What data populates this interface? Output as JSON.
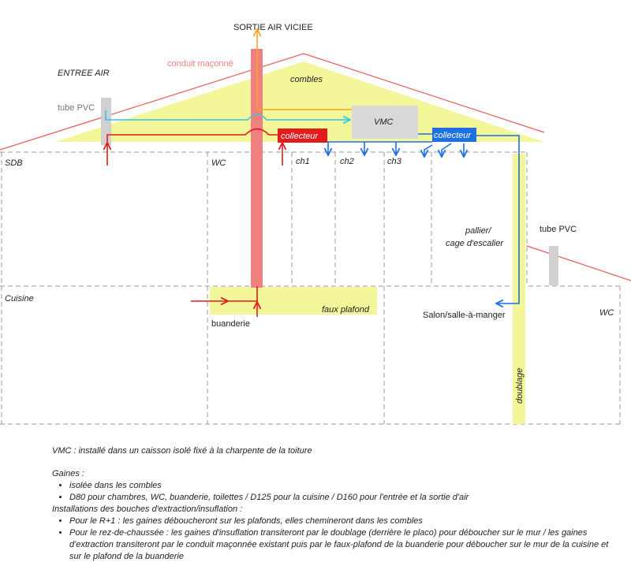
{
  "labels": {
    "sortie_air_viciee": "SORTIE AIR VICIEE",
    "conduit_maconne": "conduit maçonné",
    "entree_air": "ENTREE AIR",
    "combles": "combles",
    "tube_pvc_left": "tube PVC",
    "vmc": "VMC",
    "collecteur_red": "collecteur",
    "collecteur_blue": "collecteur",
    "sdb": "SDB",
    "wc_top": "WC",
    "ch1": "ch1",
    "ch2": "ch2",
    "ch3": "ch3",
    "pallier_1": "pallier/",
    "pallier_2": "cage d'escalier",
    "tube_pvc_right": "tube PVC",
    "cuisine": "Cuisine",
    "faux_plafond": "faux plafond",
    "buanderie": "buanderie",
    "salon": "Salon/salle-à-manger",
    "wc_bottom": "WC",
    "doublage": "doublage"
  },
  "colors": {
    "roof_line": "#e85a5a",
    "attic_fill": "#f3f79a",
    "chimney": "#f08080",
    "extraction_red": "#e01c1c",
    "insufflation_blue": "#1e6fe0",
    "fresh_air_cyan": "#35c6e8",
    "exhaust_orange": "#f5a623",
    "vmc_box": "#d9d9d9",
    "wall_dash": "#9a9a9a"
  },
  "notes": {
    "vmc_line": "VMC : installé dans un caisson isolé fixé à la charpente de la toiture",
    "gaines_title": "Gaines :",
    "gaines_items": [
      "isolée dans les combles",
      "D80 pour chambres, WC, buanderie, toilettes / D125 pour la cuisine / D160 pour l'entrée et la sortie d'air"
    ],
    "installations_title": "Installations des bouches d'extraction/insuflation :",
    "installations_items": [
      "Pour le R+1 : les gaines déboucheront sur les plafonds, elles chemineront dans les combles",
      "Pour le rez-de-chaussée : les gaines d'insuflation transiteront par le doublage (derrière le placo) pour déboucher sur le mur / les gaines d'extraction transiteront par le conduit maçonnée existant puis par le faux-plafond de la buanderie pour déboucher sur le mur de la cuisine et sur le plafond de la buanderie"
    ]
  }
}
